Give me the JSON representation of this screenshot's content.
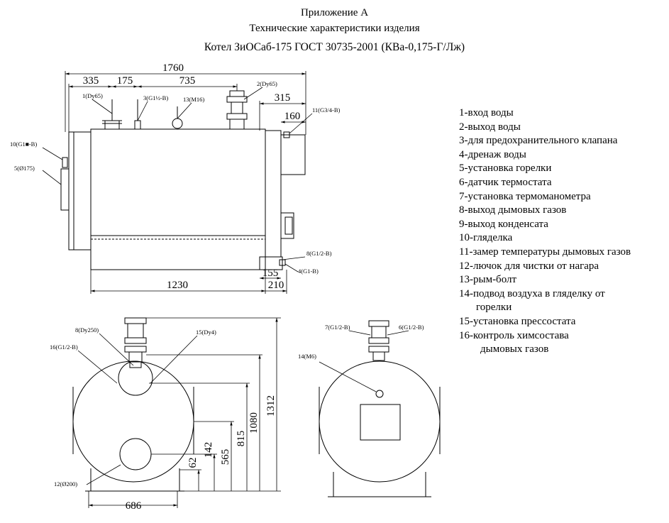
{
  "title": {
    "line1": "Приложение А",
    "line2": "Технические характеристики изделия",
    "line3": "Котел ЗиОСаб-175 ГОСТ 30735-2001 (КВа-0,175-Г/Лж)"
  },
  "legend": [
    "1-вход воды",
    "2-выход воды",
    "3-для предохранительного клапана",
    "4-дренаж воды",
    "5-установка горелки",
    "6-датчик термостата",
    "7-установка термоманометра",
    "8-выход дымовых газов",
    "9-выход конденсата",
    "10-гляделка",
    "11-замер температуры дымовых газов",
    "12-лючок для чистки от нагара",
    "13-рым-болт",
    "14-подвод воздуха в гляделку от",
    "горелки",
    "15-установка прессостата",
    "16-контроль химсостава",
    "дымовых газов"
  ],
  "dimensions": {
    "d1760": "1760",
    "d335": "335",
    "d175": "175",
    "d735": "735",
    "d315": "315",
    "d160": "160",
    "d1230": "1230",
    "d155": "155",
    "d210": "210",
    "d686": "686",
    "d62": "62",
    "d142": "142",
    "d565": "565",
    "d815": "815",
    "d1080": "1080",
    "d1312": "1312"
  },
  "callouts": {
    "c1": "1(Dу65)",
    "c3": "3(G1½-В)",
    "c13": "13(М16)",
    "c2": "2(Dу65)",
    "c11": "11(G3/4-В)",
    "c10": "10(G1■-В)",
    "c5": "5(Ø175)",
    "c8a": "8(G1/2-В)",
    "c4": "4(G1-В)",
    "c8b": "8(Dу250)",
    "c15": "15(Dу4)",
    "c16": "16(G1/2-В)",
    "c12": "12(Ø200)",
    "c7": "7(G1/2-В)",
    "c6": "6(G1/2-В)",
    "c14": "14(М6)"
  }
}
